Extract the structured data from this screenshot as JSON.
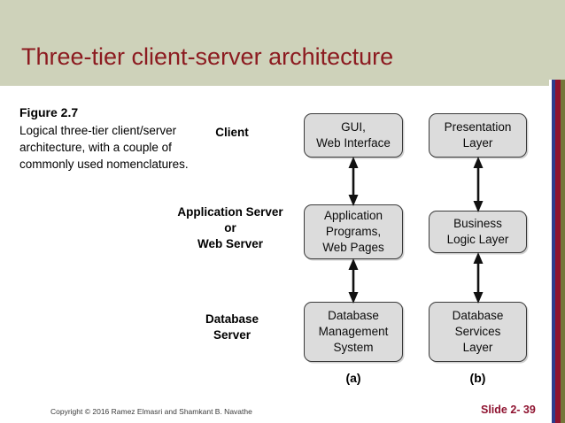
{
  "slide": {
    "title": "Three-tier client-server architecture",
    "title_color": "#8c1b20",
    "header_bg": "#ced2ba"
  },
  "figure": {
    "number": "Figure 2.7",
    "caption": "Logical three-tier client/server architecture, with a couple of commonly used nomenclatures."
  },
  "tier_labels": [
    {
      "id": "client",
      "text": "Client"
    },
    {
      "id": "application-server",
      "text": "Application Server\nor\nWeb Server"
    },
    {
      "id": "database-server",
      "text": "Database\nServer"
    }
  ],
  "diagram": {
    "box_fill": "#dcdcdc",
    "box_border": "#3a3a3a",
    "columns": [
      {
        "caption": "(a)",
        "boxes": [
          {
            "id": "gui",
            "text": "GUI,\nWeb Interface"
          },
          {
            "id": "application-programs",
            "text": "Application\nPrograms,\nWeb Pages"
          },
          {
            "id": "database-management-system",
            "text": "Database\nManagement\nSystem"
          }
        ]
      },
      {
        "caption": "(b)",
        "boxes": [
          {
            "id": "presentation-layer",
            "text": "Presentation\nLayer"
          },
          {
            "id": "business-logic-layer",
            "text": "Business\nLogic Layer"
          },
          {
            "id": "database-services-layer",
            "text": "Database\nServices\nLayer"
          }
        ]
      }
    ],
    "connectors": [
      {
        "id": "a-top",
        "type": "double-headed-vertical-arrow"
      },
      {
        "id": "a-bottom",
        "type": "double-headed-vertical-arrow"
      },
      {
        "id": "b-top",
        "type": "double-headed-vertical-arrow"
      },
      {
        "id": "b-bottom",
        "type": "double-headed-vertical-arrow"
      }
    ]
  },
  "footer": {
    "copyright": "Copyright © 2016 Ramez Elmasri and Shamkant B. Navathe",
    "slide_number": "Slide 2- 39",
    "slide_number_color": "#8f1330"
  },
  "decor": {
    "stripe_blue": "#2d3c8e",
    "stripe_red": "#8f1330",
    "stripe_olive": "#76773a"
  }
}
